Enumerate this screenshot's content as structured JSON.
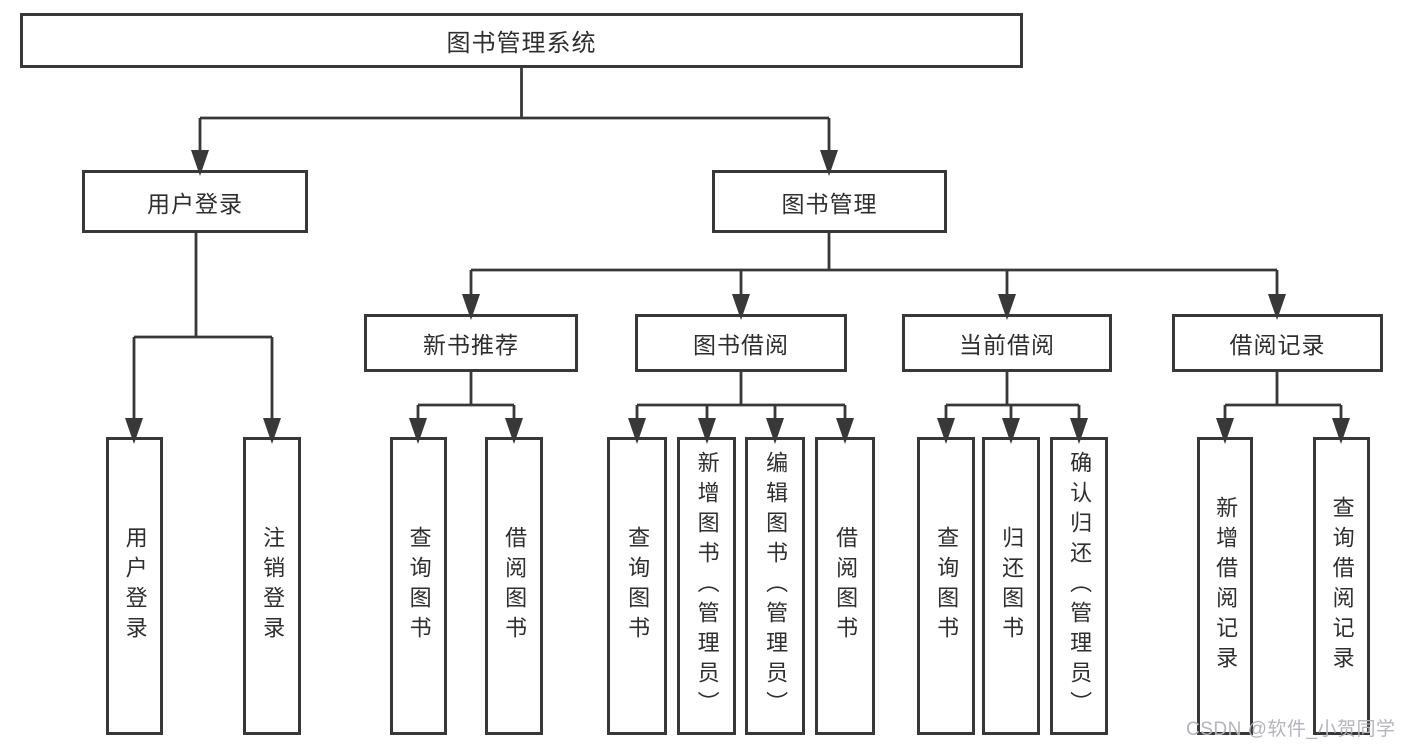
{
  "diagram_title": "图书管理系统",
  "tree": {
    "label": "图书管理系统",
    "children": [
      {
        "label": "用户登录",
        "children": [
          {
            "label": "用户登录"
          },
          {
            "label": "注销登录"
          }
        ]
      },
      {
        "label": "图书管理",
        "children": [
          {
            "label": "新书推荐",
            "children": [
              {
                "label": "查询图书"
              },
              {
                "label": "借阅图书"
              }
            ]
          },
          {
            "label": "图书借阅",
            "children": [
              {
                "label": "查询图书"
              },
              {
                "label": "新增图书（管理员）"
              },
              {
                "label": "编辑图书（管理员）"
              },
              {
                "label": "借阅图书"
              }
            ]
          },
          {
            "label": "当前借阅",
            "children": [
              {
                "label": "查询图书"
              },
              {
                "label": "归还图书"
              },
              {
                "label": "确认归还（管理员）"
              }
            ]
          },
          {
            "label": "借阅记录",
            "children": [
              {
                "label": "新增借阅记录"
              },
              {
                "label": "查询借阅记录"
              }
            ]
          }
        ]
      }
    ]
  },
  "watermark": {
    "text": "CSDN @软件_小贺同学"
  },
  "colors": {
    "line": "#383838",
    "box_border": "#383838",
    "box_fill": "#ffffff",
    "text": "#2e2e2e",
    "watermark": "#b4b4bc"
  }
}
